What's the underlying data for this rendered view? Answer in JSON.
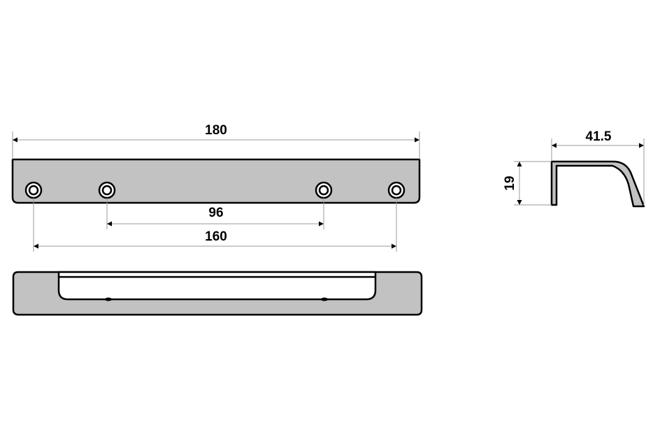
{
  "drawing": {
    "front_view": {
      "overall_length": "180",
      "hole_spacing_inner": "96",
      "hole_spacing_outer": "160"
    },
    "side_view": {
      "depth": "41.5",
      "height": "19"
    },
    "colors": {
      "part_fill": "#c2c2c2",
      "outline": "#000000",
      "dimension_line": "#9a9a9a"
    }
  }
}
